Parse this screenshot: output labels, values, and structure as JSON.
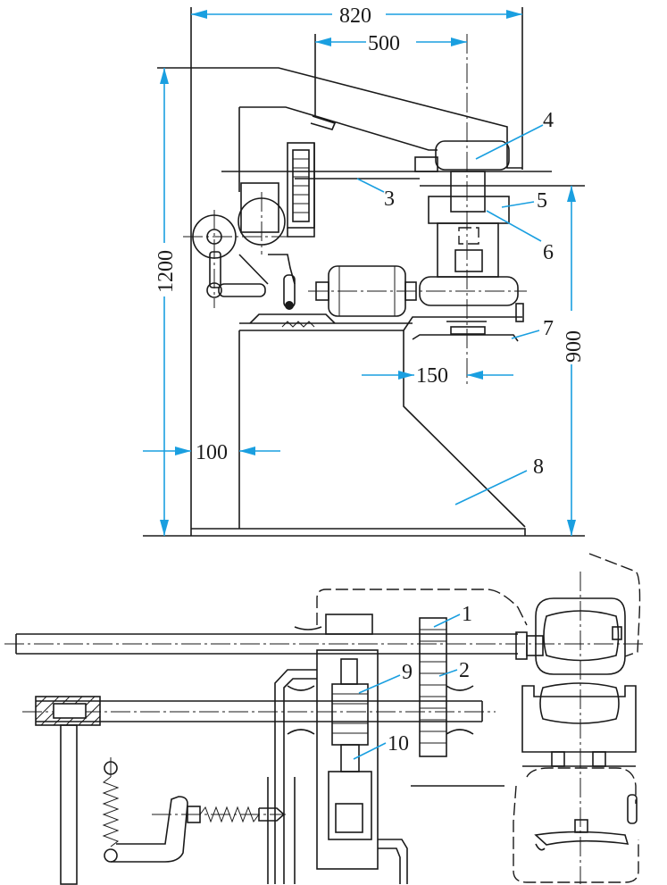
{
  "dimensions": {
    "overall_width": "820",
    "upper_span": "500",
    "height_total": "1200",
    "height_table": "900",
    "offset_150": "150",
    "offset_100": "100"
  },
  "part_labels": {
    "p1": "1",
    "p2": "2",
    "p3": "3",
    "p4": "4",
    "p5": "5",
    "p6": "6",
    "p7": "7",
    "p8": "8",
    "p9": "9",
    "p10": "10"
  },
  "colors": {
    "line": "#1a1a1a",
    "dimension": "#1a9fe0"
  }
}
